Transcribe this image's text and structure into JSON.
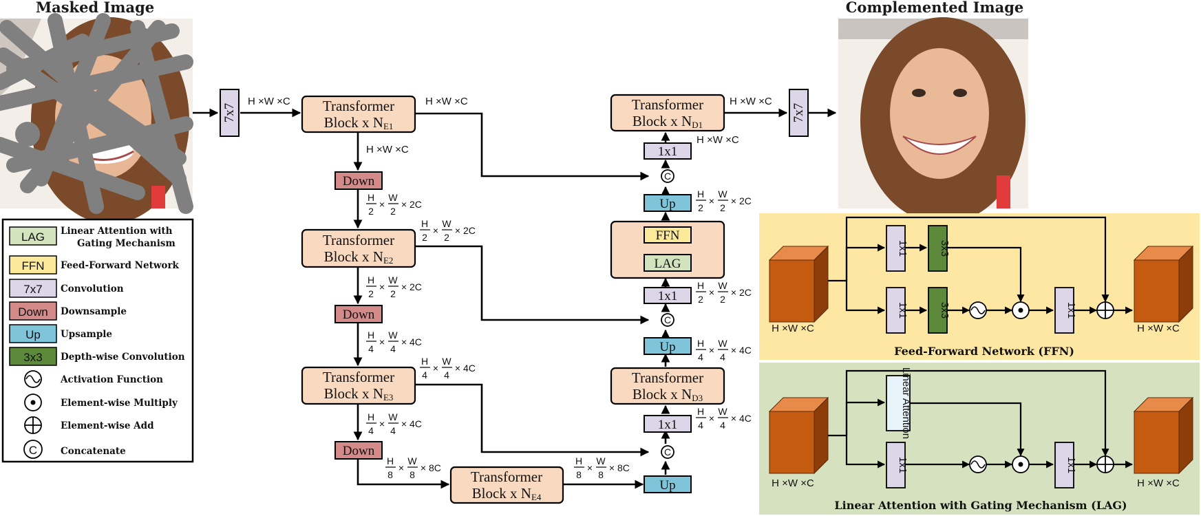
{
  "colors": {
    "transformer": "#f9d9bf",
    "ffn": "#fde99a",
    "lag": "#d3e3bd",
    "conv7": "#ddd6e8",
    "down": "#d48a88",
    "up": "#7fc4d8",
    "dw": "#5d8a3a",
    "ffn_panel": "#fde7a2",
    "lag_panel": "#d6e2bf",
    "cube_front": "#c55a11",
    "cube_top": "#e88a4a",
    "cube_side": "#8c3d0a",
    "mask_gray": "#808080"
  },
  "titles": {
    "masked": "Masked Image",
    "complemented": "Complemented Image"
  },
  "blocks": {
    "transformer_line1": "Transformer",
    "block_prefix": "Block x N",
    "e1": "E1",
    "e2": "E2",
    "e3": "E3",
    "e4": "E4",
    "d1": "D1",
    "d3": "D3",
    "down": "Down",
    "up": "Up",
    "conv7": "7x7",
    "conv1": "1x1",
    "dw": "3x3",
    "ffn": "FFN",
    "lag": "LAG",
    "concat": "C",
    "linear_attention": "Linear Attention"
  },
  "dims": {
    "hwc": "H ×W ×C",
    "h": "H",
    "w": "W",
    "times": "×",
    "d2": "2",
    "d4": "4",
    "d8": "8",
    "c2": "2C",
    "c4": "4C",
    "c8": "8C"
  },
  "legend": {
    "lag_desc_1": "Linear Attention with",
    "lag_desc_2": "Gating Mechanism",
    "ffn_desc": "Feed-Forward Network",
    "conv_desc": "Convolution",
    "down_desc": "Downsample",
    "up_desc": "Upsample",
    "dw_desc": "Depth-wise Convolution",
    "act_desc": "Activation Function",
    "mul_desc": "Element-wise Multiply",
    "add_desc": "Element-wise Add",
    "cat_desc": "Concatenate"
  },
  "panels": {
    "ffn_title": "Feed-Forward Network (FFN)",
    "lag_title": "Linear Attention with Gating Mechanism (LAG)"
  },
  "icons": {
    "activation": "sine-wave-icon",
    "multiply": "circle-dot-icon",
    "add": "circle-plus-icon",
    "concat": "circle-c-icon"
  }
}
